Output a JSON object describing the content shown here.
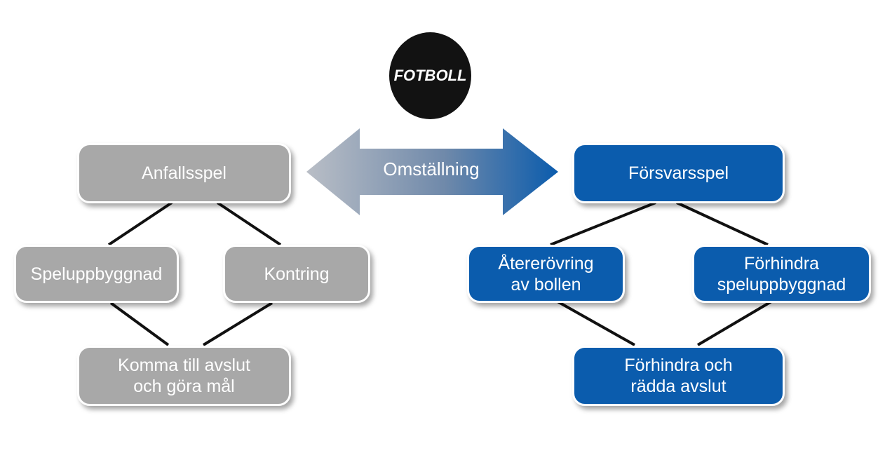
{
  "logo": {
    "text": "FOTBOLL"
  },
  "transition": {
    "label": "Omställning"
  },
  "attack": {
    "root": "Anfallsspel",
    "left": "Speluppbyggnad",
    "right": "Kontring",
    "bottom": "Komma till avslut\noch göra mål",
    "color": "#a8a8a8"
  },
  "defense": {
    "root": "Försvarsspel",
    "left": "Återerövring\nav bollen",
    "right": "Förhindra\nspeluppbyggnad",
    "bottom": "Förhindra och\nrädda avslut",
    "color": "#0b5cad"
  }
}
